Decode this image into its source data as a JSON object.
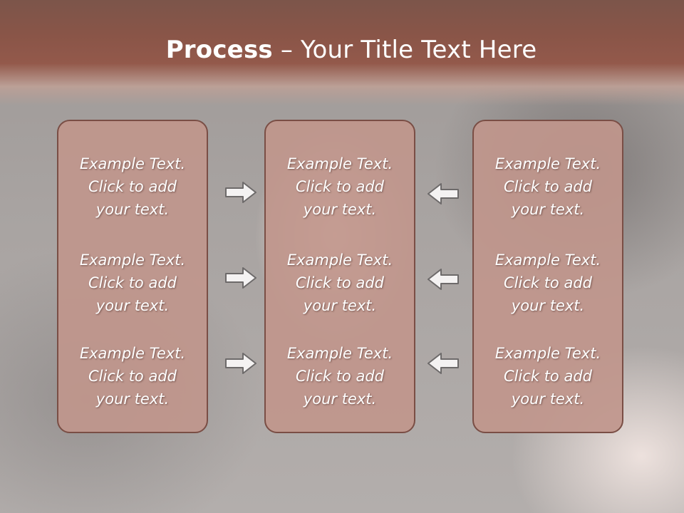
{
  "slide": {
    "title_bold": "Process",
    "title_rest": " – Your Title Text Here",
    "columns": [
      {
        "blocks": [
          {
            "line1": "Example Text.",
            "line2": "Click  to add",
            "line3": "your text."
          },
          {
            "line1": "Example Text.",
            "line2": "Click  to add",
            "line3": "your text."
          },
          {
            "line1": "Example Text.",
            "line2": "Click  to add",
            "line3": "your text."
          }
        ]
      },
      {
        "blocks": [
          {
            "line1": "Example Text.",
            "line2": "Click  to add",
            "line3": "your text."
          },
          {
            "line1": "Example Text.",
            "line2": "Click  to add",
            "line3": "your text."
          },
          {
            "line1": "Example Text.",
            "line2": "Click  to add",
            "line3": "your text."
          }
        ]
      },
      {
        "blocks": [
          {
            "line1": "Example Text.",
            "line2": "Click  to add",
            "line3": "your text."
          },
          {
            "line1": "Example Text.",
            "line2": "Click  to add",
            "line3": "your text."
          },
          {
            "line1": "Example Text.",
            "line2": "Click  to add",
            "line3": "your text."
          }
        ]
      }
    ],
    "icons": {
      "right_arrow": "arrow-right-icon",
      "left_arrow": "arrow-left-icon"
    },
    "colors": {
      "header": "#8a5548",
      "box_fill": "#c0968c",
      "box_border": "#7a4e45",
      "text": "#ffffff"
    }
  }
}
